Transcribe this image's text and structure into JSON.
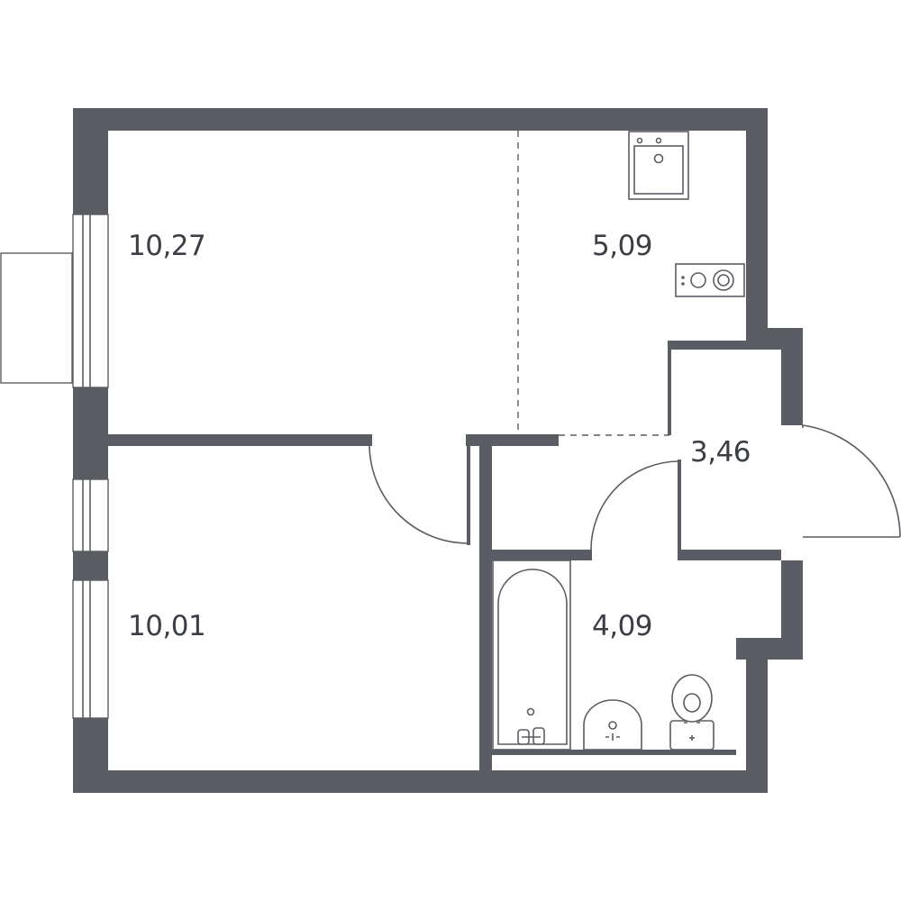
{
  "rooms": [
    {
      "id": "room-1",
      "area": "10,27"
    },
    {
      "id": "kitchen",
      "area": "5,09"
    },
    {
      "id": "hallway",
      "area": "3,46"
    },
    {
      "id": "room-2",
      "area": "10,01"
    },
    {
      "id": "bathroom",
      "area": "4,09"
    }
  ],
  "colors": {
    "wall": "#5a5d63",
    "background": "#ffffff",
    "label": "#3b3e44"
  }
}
